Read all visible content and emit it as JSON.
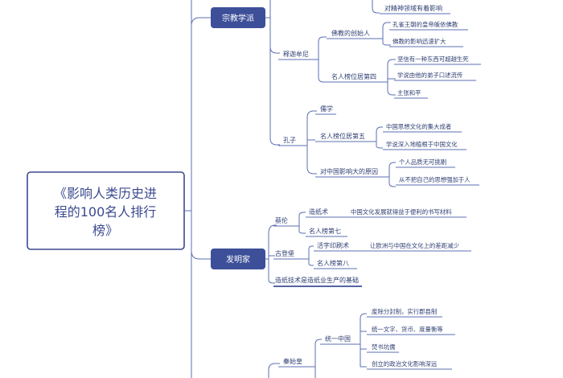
{
  "root": {
    "title_lines": [
      "《影响人类历史进",
      "程的100名人排行",
      "榜》"
    ]
  },
  "categories": {
    "religion": "宗教学派",
    "inventors": "发明家"
  },
  "religion": {
    "top_fragment": "对精神领域有着影响",
    "buddha": {
      "name": "释迦牟尼",
      "founder": "佛教的创始人",
      "founder_items": [
        "孔雀王朝的皇帝皈依佛教",
        "佛教的影响迅速扩大"
      ],
      "rank": "名人榜位居第四",
      "rank_items": [
        "坚信有一种东西可超越生死",
        "学说由他的弟子口述流传",
        "主张和平"
      ]
    },
    "confucius": {
      "name": "孔子",
      "school": "儒学",
      "rank": "名人榜位居第五",
      "rank_items": [
        "中国思想文化的集大成者",
        "学说深入地植根于中国文化"
      ],
      "reason": "对中国影响大的原因",
      "reason_items": [
        "个人品质无可挑剔",
        "从不把自己的思想强加于人"
      ]
    }
  },
  "inventors": {
    "cai_lun": {
      "name": "蔡伦",
      "invention": "造纸术",
      "invention_detail": "中国文化发展就得益于便利的书写材料",
      "rank": "名人榜第七"
    },
    "gutenberg": {
      "name": "古登堡",
      "invention": "活字印刷术",
      "invention_detail": "让欧洲与中国在文化上的差距减少",
      "rank": "名人榜第八"
    },
    "basis": "造纸技术是造纸业生产的基础"
  },
  "emperors": {
    "qin": {
      "name": "秦始皇",
      "unify": "统一中国",
      "unify_items": [
        "废除分封制，实行郡县制",
        "统一文字、货币、度量衡等",
        "焚书坑儒",
        "创立的政治文化影响深远"
      ]
    }
  }
}
